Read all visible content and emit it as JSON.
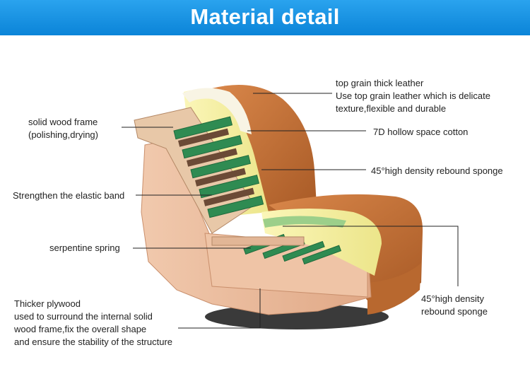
{
  "title": "Material detail",
  "labels": {
    "leather": {
      "line1": "top grain thick leather",
      "line2": "Use top grain leather which is delicate",
      "line3": "texture,flexible and durable"
    },
    "cotton": "7D hollow space cotton",
    "sponge_back": "45°high density rebound sponge",
    "wood_frame": {
      "line1": "solid wood frame",
      "line2": "(polishing,drying)"
    },
    "elastic_band": "Strengthen the elastic band",
    "spring": "serpentine spring",
    "sponge_seat": {
      "line1": "45°high density",
      "line2": "rebound sponge"
    },
    "plywood": {
      "line1": "Thicker plywood",
      "line2": "used to surround the internal solid",
      "line3": "wood frame,fix the overall shape",
      "line4": "and ensure the stability of the structure"
    }
  },
  "colors": {
    "banner": "#1a95e4",
    "leather": "#c8763a",
    "wood": "#e8b899",
    "foam": "#f0ee9a",
    "band": "#2f8b52",
    "cotton": "#f7f3e6"
  }
}
